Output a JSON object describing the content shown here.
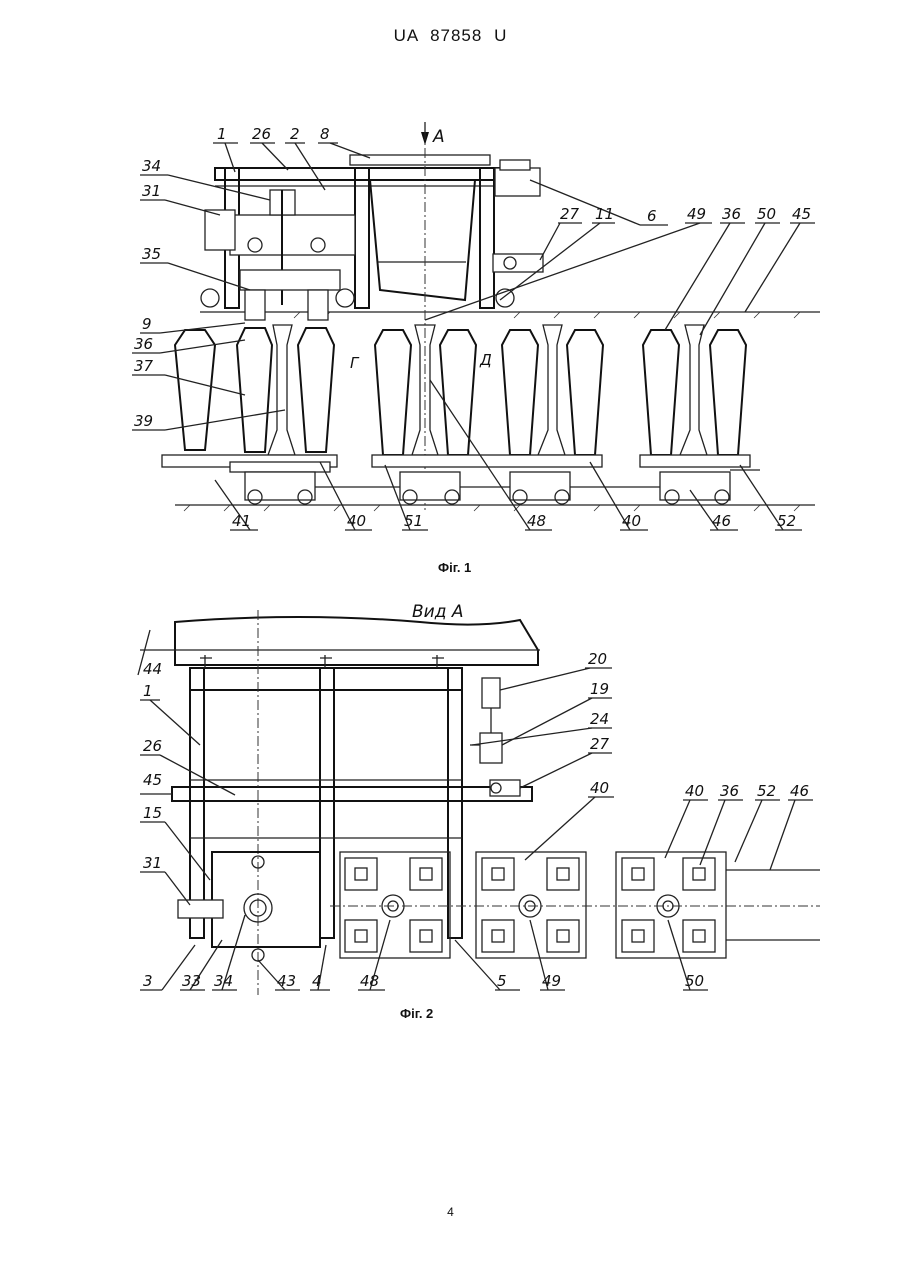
{
  "header": {
    "doc": "UA",
    "number": "87858",
    "kind": "U"
  },
  "figure1": {
    "caption": "Фіг. 1",
    "view_arrow": "А",
    "labels": [
      "1",
      "26",
      "2",
      "8",
      "34",
      "31",
      "35",
      "9",
      "36",
      "37",
      "39",
      "27",
      "11",
      "6",
      "49",
      "36",
      "50",
      "45",
      "Г",
      "Д",
      "41",
      "40",
      "51",
      "48",
      "40",
      "46",
      "52"
    ]
  },
  "figure2": {
    "caption": "Фіг. 2",
    "title": "Вид А",
    "labels": [
      "44",
      "1",
      "26",
      "45",
      "15",
      "31",
      "3",
      "33",
      "34",
      "43",
      "4",
      "48",
      "5",
      "49",
      "50",
      "20",
      "19",
      "24",
      "27",
      "40",
      "40",
      "36",
      "52",
      "46"
    ]
  },
  "page_number": "4"
}
